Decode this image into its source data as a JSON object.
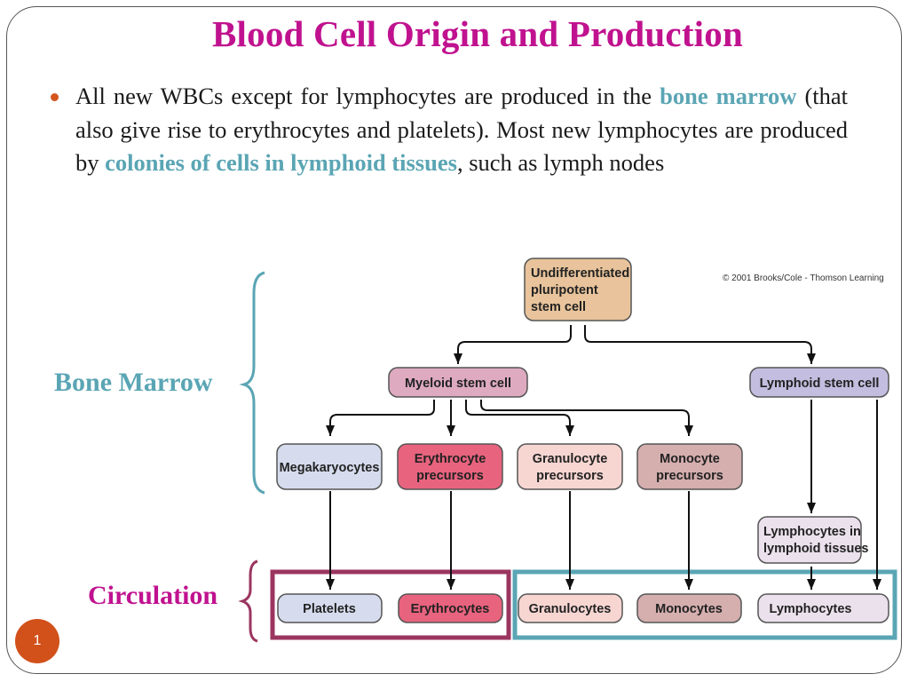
{
  "slide": {
    "title": "Blood Cell Origin and Production",
    "page_number": "1",
    "bullet": {
      "part1": "All new WBCs except for lymphocytes are produced in the ",
      "highlight1": "bone marrow",
      "part2": " (that also give rise to erythrocytes and platelets).  Most new lymphocytes are produced by ",
      "highlight2": "colonies of cells in lymphoid tissues",
      "part3": ", such as lymph nodes"
    },
    "labels": {
      "bone_marrow": "Bone Marrow",
      "circulation": "Circulation"
    },
    "colors": {
      "title": "#c0128f",
      "highlight": "#5aa5b4",
      "bullet": "#d4551f",
      "circulation_group_rbc": "#9b3560",
      "circulation_group_wbc": "#5aa5b4"
    }
  },
  "diagram": {
    "copyright": "© 2001 Brooks/Cole - Thomson Learning",
    "stem_cell": [
      "Undifferentiated",
      "pluripotent",
      "stem cell"
    ],
    "myeloid": "Myeloid stem cell",
    "lymphoid": "Lymphoid stem cell",
    "megakaryocytes": "Megakaryocytes",
    "erythrocyte_precursors": [
      "Erythrocyte",
      "precursors"
    ],
    "granulocyte_precursors": [
      "Granulocyte",
      "precursors"
    ],
    "monocyte_precursors": [
      "Monocyte",
      "precursors"
    ],
    "lymphocytes_tissue": [
      "Lymphocytes in",
      "lymphoid tissues"
    ],
    "circulation_cells": [
      "Platelets",
      "Erythrocytes",
      "Granulocytes",
      "Monocytes",
      "Lymphocytes"
    ]
  }
}
